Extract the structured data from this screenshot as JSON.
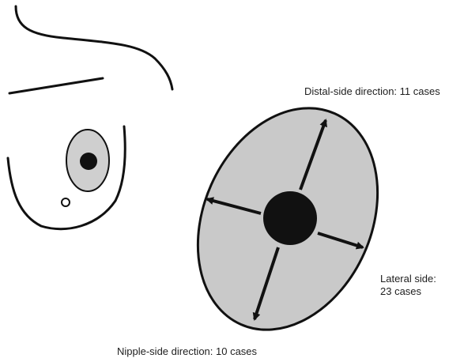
{
  "labels": {
    "distal": "Distal-side direction: 11 cases",
    "lateral_line1": "Lateral side:",
    "lateral_line2": "23 cases",
    "nipple": "Nipple-side direction: 10 cases"
  },
  "colors": {
    "ink": "#111111",
    "region_fill": "#c9c9c9",
    "region_fill_small": "#cfcfcf"
  }
}
